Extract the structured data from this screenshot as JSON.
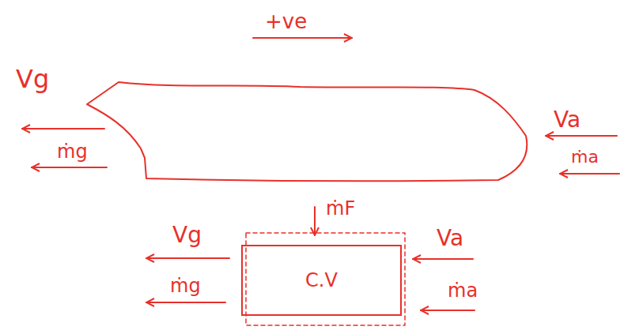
{
  "diagram": {
    "nodes": [
      {
        "text": [
          "C.V"
        ]
      }
    ],
    "edges": [],
    "labels": [
      "+ve",
      "Vg",
      "ṁg",
      "Va",
      "ṁa",
      "ṁF",
      "Vg",
      "ṁg",
      "Va",
      "ṁa"
    ]
  }
}
